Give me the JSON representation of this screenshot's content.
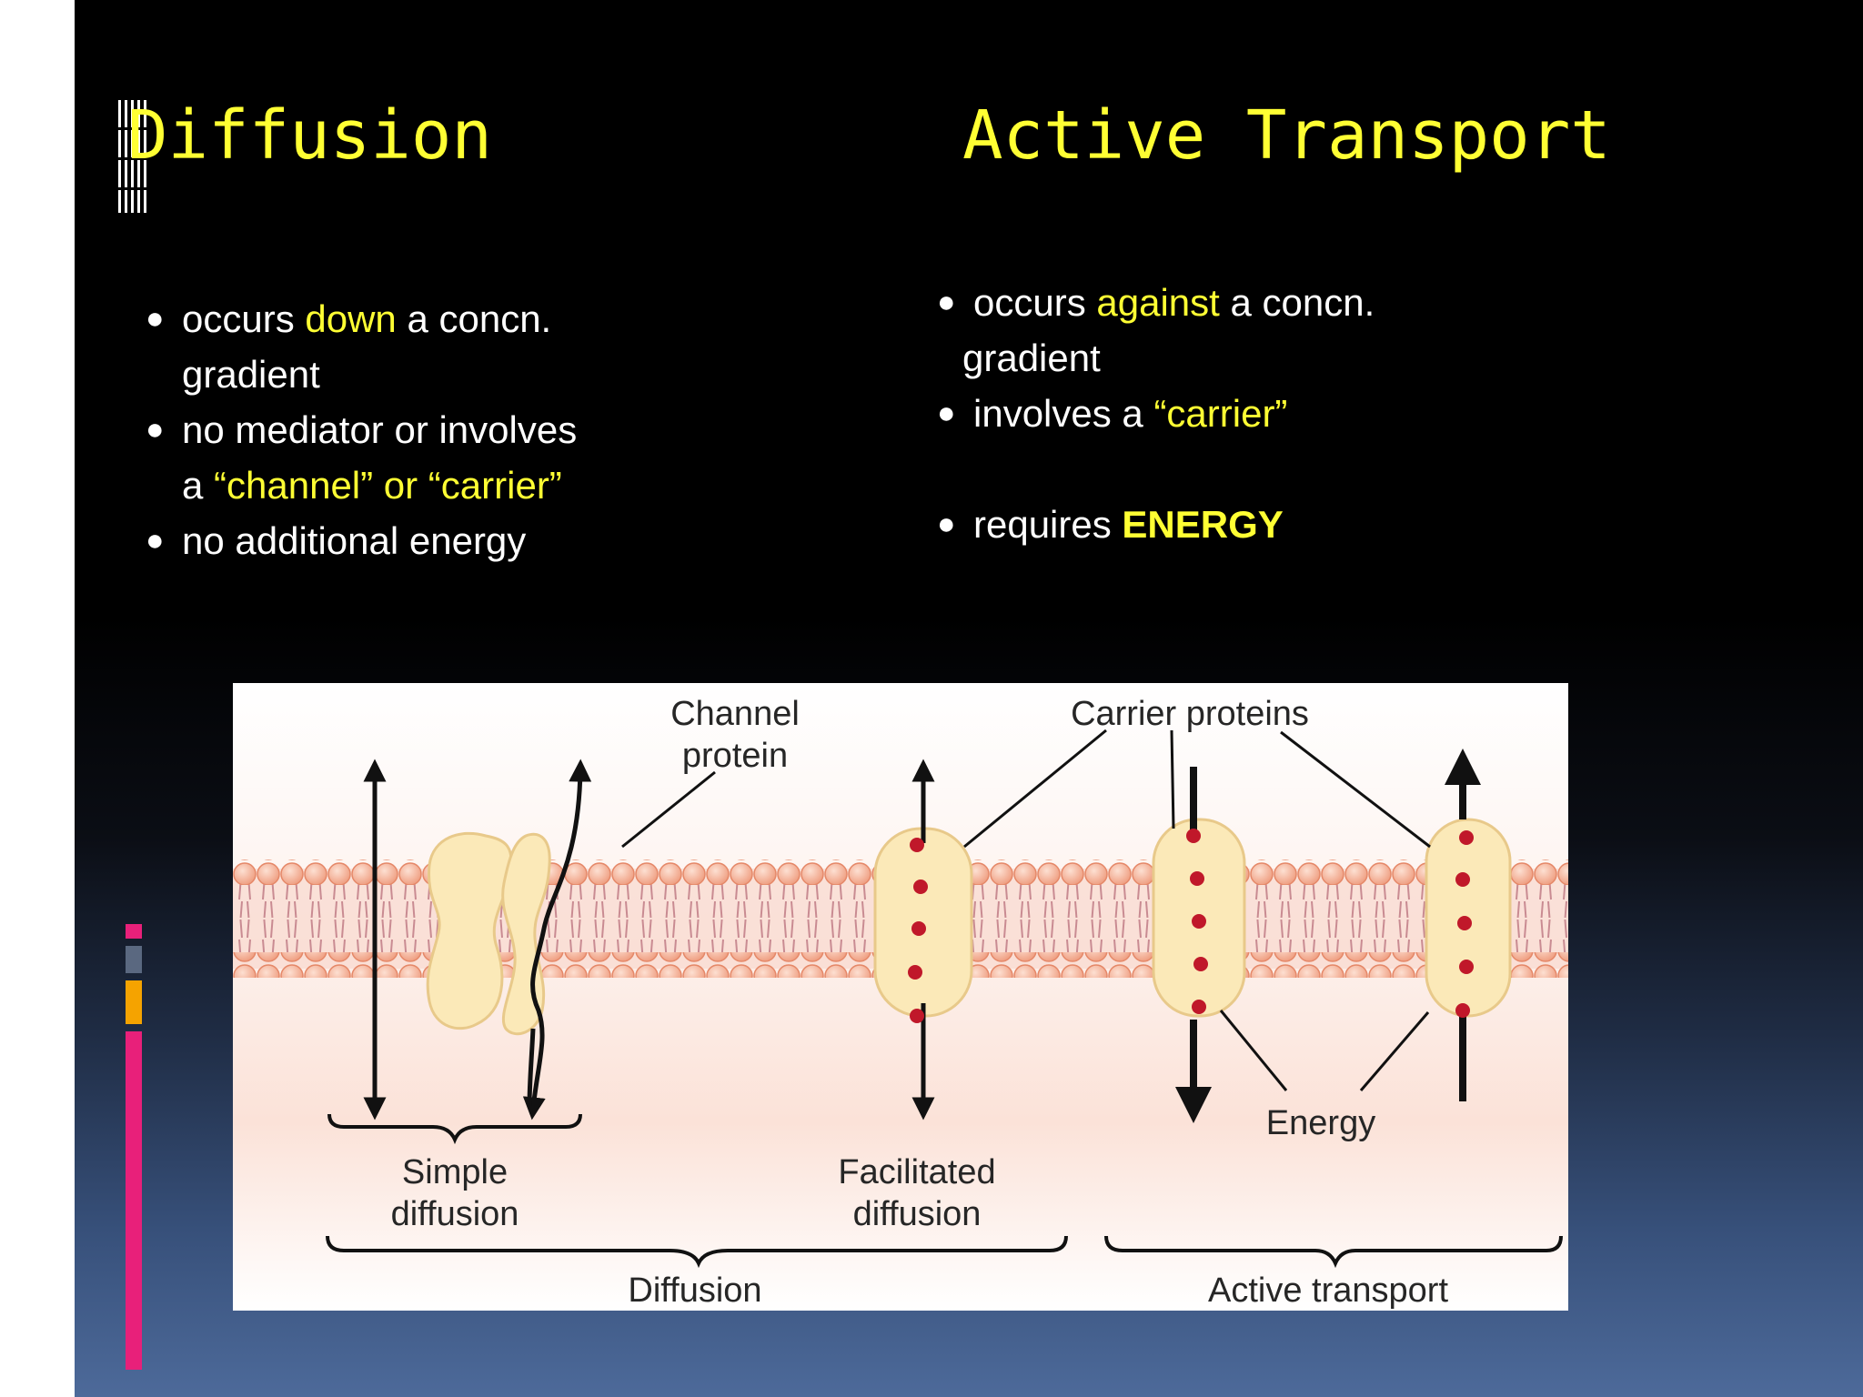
{
  "left_column": {
    "heading": "Diffusion",
    "bullets": [
      {
        "before": "occurs ",
        "highlight": "down",
        "after": " a concn.",
        "continuation": "gradient"
      },
      {
        "before": "no mediator or involves",
        "continuation_before": "a ",
        "continuation_highlight": "“channel” or “carrier”"
      },
      {
        "before": "no additional energy"
      }
    ]
  },
  "right_column": {
    "heading": "Active Transport",
    "bullets": [
      {
        "before": "occurs ",
        "highlight": "against",
        "after": " a concn.",
        "continuation": "gradient"
      },
      {
        "before": "involves a ",
        "highlight": "“carrier”"
      },
      {
        "before": "requires ",
        "highlight_bold": "ENERGY"
      }
    ]
  },
  "figure": {
    "labels": {
      "channel_protein_line1": "Channel",
      "channel_protein_line2": "protein",
      "carrier_proteins": "Carrier proteins",
      "energy": "Energy",
      "simple_diffusion_line1": "Simple",
      "simple_diffusion_line2": "diffusion",
      "facilitated_diffusion_line1": "Facilitated",
      "facilitated_diffusion_line2": "diffusion",
      "diffusion": "Diffusion",
      "active_transport": "Active transport"
    }
  },
  "colors": {
    "heading": "#ffff33",
    "highlight": "#ffff33",
    "body_text": "#ffffff",
    "membrane_head": "#f2a98c",
    "protein_fill": "#fbe9b8",
    "solute_dot": "#c0182a"
  }
}
